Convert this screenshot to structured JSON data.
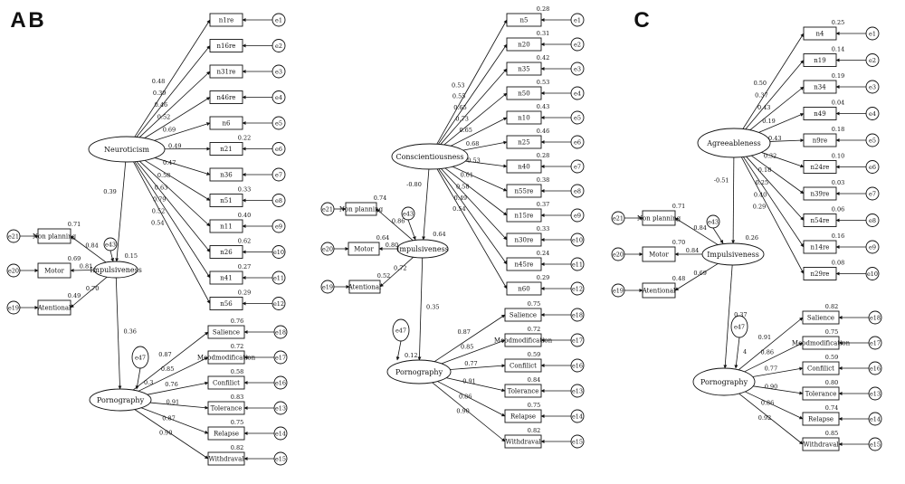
{
  "panels": [
    {
      "letter": "A",
      "trait": "Neuroticism",
      "mediator": "Impulsiveness",
      "outcome": "Pornography",
      "trait_items": [
        {
          "label": "n1re",
          "error": "e1",
          "loading": "0.48"
        },
        {
          "label": "n16re",
          "error": "e2",
          "loading": "0.39"
        },
        {
          "label": "n31re",
          "error": "e3",
          "loading": "0.46"
        },
        {
          "label": "n46re",
          "error": "e4",
          "loading": "0.52"
        },
        {
          "label": "n6",
          "error": "e5",
          "loading": "0.69"
        },
        {
          "label": "n21",
          "error": "e6",
          "loading": "0.49"
        },
        {
          "label": "n36",
          "error": "e7",
          "loading": "0.47"
        },
        {
          "label": "n51",
          "error": "e8",
          "loading": "0.58"
        },
        {
          "label": "n11",
          "error": "e9",
          "loading": "0.63"
        },
        {
          "label": "n26",
          "error": "e10",
          "loading": "0.79"
        },
        {
          "label": "n41",
          "error": "e11",
          "loading": "0.52"
        },
        {
          "label": "n56",
          "error": "e12",
          "loading": "0.54"
        }
      ],
      "trait_r2": [
        "",
        "",
        "",
        "",
        "",
        "0.22",
        "",
        "0.33",
        "0.40",
        "0.62",
        "0.27",
        "0.29"
      ],
      "imp_items": [
        {
          "label": "Non planning",
          "error": "e21",
          "loading": "0.84",
          "r2": "0.71"
        },
        {
          "label": "Motor",
          "error": "e20",
          "loading": "0.81",
          "r2": "0.69"
        },
        {
          "label": "Atentional",
          "error": "e19",
          "loading": "0.70",
          "r2": "0.49"
        }
      ],
      "imp_error": "e43",
      "imp_r2": "0.15",
      "path_trait_imp": "0.39",
      "path_imp_porn": "0.36",
      "porn_error": "e47",
      "porn_r2": "0.3",
      "porn_items": [
        {
          "label": "Salience",
          "error": "e18",
          "loading": "0.87",
          "r2": "0.76"
        },
        {
          "label": "Moodmodification",
          "error": "e17",
          "loading": "0.85",
          "r2": "0.72"
        },
        {
          "label": "Confilict",
          "error": "e16",
          "loading": "0.76",
          "r2": "0.58"
        },
        {
          "label": "Tolerance",
          "error": "e13",
          "loading": "0.91",
          "r2": "0.83"
        },
        {
          "label": "Relapse",
          "error": "e14",
          "loading": "0.87",
          "r2": "0.75"
        },
        {
          "label": "Withdraval",
          "error": "e15",
          "loading": "0.90",
          "r2": "0.82"
        }
      ]
    },
    {
      "letter": "B",
      "trait": "Conscientiousness",
      "mediator": "Impulsiveness",
      "outcome": "Pornography",
      "trait_items": [
        {
          "label": "n5",
          "error": "e1",
          "loading": "0.53"
        },
        {
          "label": "n20",
          "error": "e2",
          "loading": "0.55"
        },
        {
          "label": "n35",
          "error": "e3",
          "loading": "0.65"
        },
        {
          "label": "n50",
          "error": "e4",
          "loading": "0.73"
        },
        {
          "label": "n10",
          "error": "e5",
          "loading": "0.65"
        },
        {
          "label": "n25",
          "error": "e6",
          "loading": "0.68"
        },
        {
          "label": "n40",
          "error": "e7",
          "loading": "0.53"
        },
        {
          "label": "n55re",
          "error": "e8",
          "loading": "0.61"
        },
        {
          "label": "n15re",
          "error": "e9",
          "loading": "0.58"
        },
        {
          "label": "n30re",
          "error": "e10",
          "loading": "0.49"
        },
        {
          "label": "n45re",
          "error": "e11",
          "loading": "0.54"
        },
        {
          "label": "n60",
          "error": "e12",
          "loading": ""
        }
      ],
      "trait_r2": [
        "0.28",
        "0.31",
        "0.42",
        "0.53",
        "0.43",
        "0.46",
        "0.28",
        "0.38",
        "0.37",
        "0.33",
        "0.24",
        "0.29"
      ],
      "imp_items": [
        {
          "label": "Non planning",
          "error": "e21",
          "loading": "0.86",
          "r2": "0.74"
        },
        {
          "label": "Motor",
          "error": "e20",
          "loading": "0.80",
          "r2": "0.64"
        },
        {
          "label": "Atentional",
          "error": "e19",
          "loading": "0.72",
          "r2": "0.52"
        }
      ],
      "imp_error": "e43",
      "imp_r2": "0.64",
      "path_trait_imp": "-0.80",
      "path_imp_porn": "0.35",
      "porn_error": "e47",
      "porn_r2": "0.12",
      "porn_items": [
        {
          "label": "Salience",
          "error": "e18",
          "loading": "0.87",
          "r2": "0.75"
        },
        {
          "label": "Moodmodification",
          "error": "e17",
          "loading": "0.85",
          "r2": "0.72"
        },
        {
          "label": "Confilict",
          "error": "e16",
          "loading": "0.77",
          "r2": "0.59"
        },
        {
          "label": "Tolerance",
          "error": "e13",
          "loading": "0.91",
          "r2": "0.84"
        },
        {
          "label": "Relapse",
          "error": "e14",
          "loading": "0.86",
          "r2": "0.75"
        },
        {
          "label": "Withdraval",
          "error": "e15",
          "loading": "0.90",
          "r2": "0.82"
        }
      ]
    },
    {
      "letter": "C",
      "trait": "Agreeableness",
      "mediator": "Impulsiveness",
      "outcome": "Pornography",
      "trait_items": [
        {
          "label": "n4",
          "error": "e1",
          "loading": "0.50"
        },
        {
          "label": "n19",
          "error": "e2",
          "loading": "0.37"
        },
        {
          "label": "n34",
          "error": "e3",
          "loading": "0.43"
        },
        {
          "label": "n49",
          "error": "e4",
          "loading": "0.19"
        },
        {
          "label": "n9re",
          "error": "e5",
          "loading": "0.43"
        },
        {
          "label": "n24re",
          "error": "e6",
          "loading": "0.32"
        },
        {
          "label": "n39re",
          "error": "e7",
          "loading": "0.18"
        },
        {
          "label": "n54re",
          "error": "e8",
          "loading": "0.25"
        },
        {
          "label": "n14re",
          "error": "e9",
          "loading": "0.40"
        },
        {
          "label": "n29re",
          "error": "e10",
          "loading": "0.29"
        }
      ],
      "trait_r2": [
        "0.25",
        "0.14",
        "0.19",
        "0.04",
        "0.18",
        "0.10",
        "0.03",
        "0.06",
        "0.16",
        "0.08"
      ],
      "imp_items": [
        {
          "label": "Non planning",
          "error": "e21",
          "loading": "0.84",
          "r2": "0.71"
        },
        {
          "label": "Motor",
          "error": "e20",
          "loading": "0.84",
          "r2": "0.70"
        },
        {
          "label": "Atentional",
          "error": "e19",
          "loading": "0.69",
          "r2": "0.48"
        }
      ],
      "imp_error": "e43",
      "imp_r2": "0.26",
      "path_trait_imp": "-0.51",
      "path_imp_porn": "0.37",
      "porn_error": "e47",
      "porn_r2": "4",
      "porn_items": [
        {
          "label": "Salience",
          "error": "e18",
          "loading": "0.91",
          "r2": "0.82"
        },
        {
          "label": "Moodmodification",
          "error": "e17",
          "loading": "0.86",
          "r2": "0.75"
        },
        {
          "label": "Confilict",
          "error": "e16",
          "loading": "0.77",
          "r2": "0.59"
        },
        {
          "label": "Tolerance",
          "error": "e13",
          "loading": "0.90",
          "r2": "0.80"
        },
        {
          "label": "Relapse",
          "error": "e14",
          "loading": "0.86",
          "r2": "0.74"
        },
        {
          "label": "Withdraval",
          "error": "e15",
          "loading": "0.92",
          "r2": "0.85"
        }
      ]
    }
  ]
}
